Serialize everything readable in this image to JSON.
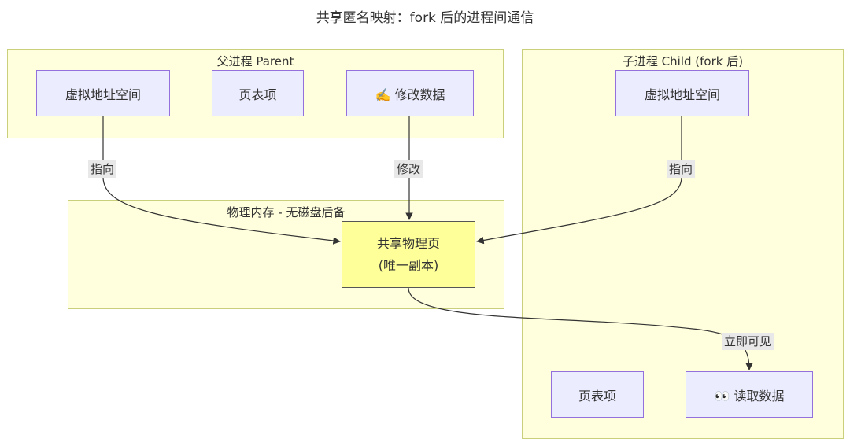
{
  "title": "共享匿名映射：fork 后的进程间通信",
  "groups": {
    "parent": {
      "label": "父进程 Parent"
    },
    "child": {
      "label": "子进程 Child (fork 后)"
    },
    "memory": {
      "label": "物理内存 - 无磁盘后备"
    }
  },
  "nodes": {
    "parent_vas": "虚拟地址空间",
    "parent_pte": "页表项",
    "parent_modify": "✍️ 修改数据",
    "child_vas": "虚拟地址空间",
    "child_pte": "页表项",
    "child_read": "👀 读取数据",
    "shared_page_line1": "共享物理页",
    "shared_page_line2": "(唯一副本)"
  },
  "edges": {
    "parent_points": "指向",
    "parent_modifies": "修改",
    "child_points": "指向",
    "visible_immediately": "立即可见"
  },
  "colors": {
    "group_fill": "#ffffde",
    "group_border": "#c9cf7a",
    "node_fill": "#ececff",
    "node_border": "#9370db",
    "highlight_fill": "#ffff99"
  }
}
